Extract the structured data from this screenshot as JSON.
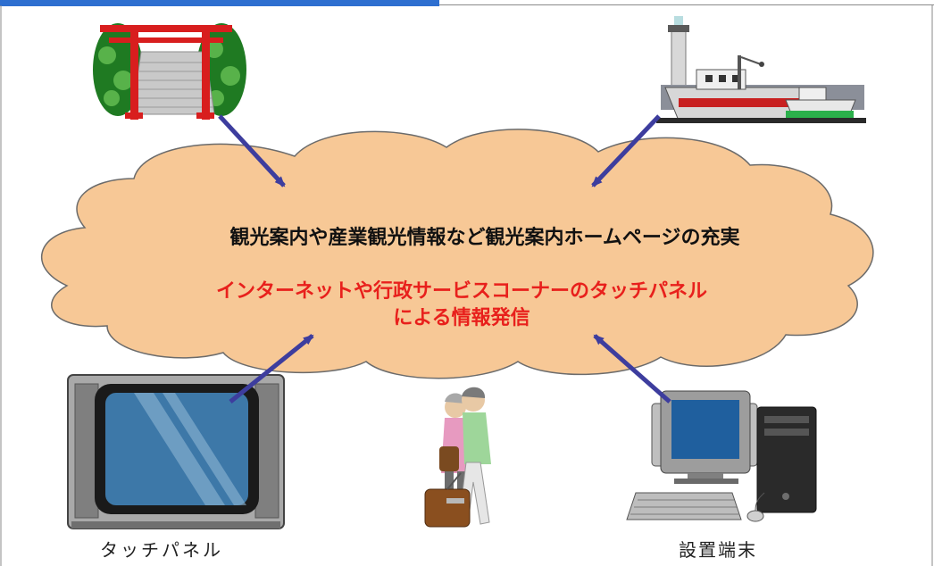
{
  "cloud": {
    "headline": "観光案内や産業観光情報など観光案内ホームページの充実",
    "highlight_line1": "インターネットや行政サービスコーナーのタッチパネル",
    "highlight_line2": "による情報発信"
  },
  "captions": {
    "left": "タッチパネル",
    "right": "設置端末"
  },
  "icons": [
    "shrine-torii-icon",
    "harbor-ship-icon",
    "touch-panel-monitor-icon",
    "travelers-icon",
    "desktop-computer-icon"
  ],
  "colors": {
    "cloud_fill": "#f7c896",
    "arrow": "#3d3d9e",
    "highlight_text": "#e8201c",
    "accent_bar": "#2e6fd0"
  }
}
